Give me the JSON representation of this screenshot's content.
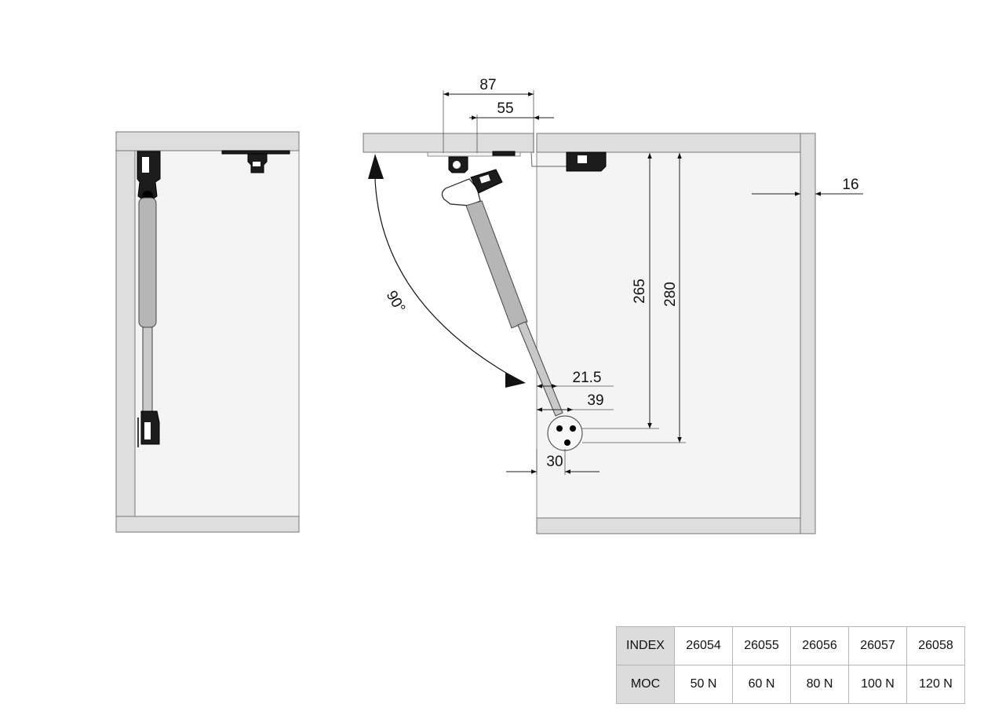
{
  "dimensions": {
    "width_87": "87",
    "width_55": "55",
    "thickness_16": "16",
    "height_265": "265",
    "height_280": "280",
    "offset_21_5": "21.5",
    "offset_39": "39",
    "offset_30": "30",
    "angle_90": "90°"
  },
  "spec_table": {
    "row1_label": "INDEX",
    "row2_label": "MOC",
    "index": [
      "26054",
      "26055",
      "26056",
      "26057",
      "26058"
    ],
    "force": [
      "50 N",
      "60 N",
      "80 N",
      "100 N",
      "120 N"
    ]
  },
  "colors": {
    "panel": "#dedede",
    "cabinet_interior": "#f4f4f4",
    "hardware": "#1c1c1c"
  }
}
